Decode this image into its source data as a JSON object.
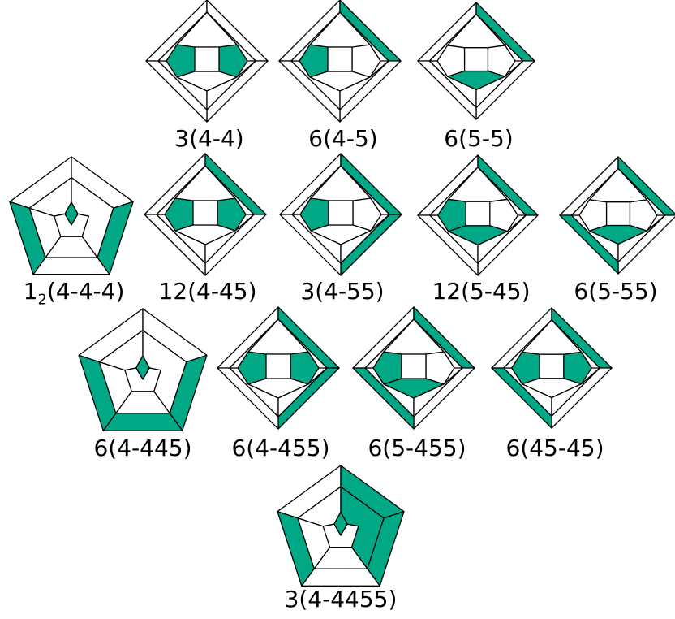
{
  "colors": {
    "fill": "#00A885",
    "empty": "#FFFFFF",
    "line": "#000000"
  },
  "diagrams": [
    {
      "id": "d1",
      "shape": "square",
      "label": "3(4-4)",
      "shaded": [
        "left_small",
        "right_small"
      ]
    },
    {
      "id": "d2",
      "shape": "square",
      "label": "6(4-5)",
      "shaded": [
        "left_small",
        "outer_tr"
      ]
    },
    {
      "id": "d3",
      "shape": "square",
      "label": "6(5-5)",
      "shaded": [
        "bottom_hex",
        "outer_tr"
      ]
    },
    {
      "id": "d4",
      "shape": "pentagon",
      "label_prefix": "1",
      "label_sub": "2",
      "label_suffix": "(4-4-4)",
      "shaded": [
        "center_small",
        "outer_left",
        "outer_right"
      ]
    },
    {
      "id": "d5",
      "shape": "square",
      "label": "12(4-45)",
      "shaded": [
        "left_small",
        "right_small",
        "outer_tr"
      ]
    },
    {
      "id": "d6",
      "shape": "square",
      "label": "3(4-55)",
      "shaded": [
        "left_small",
        "outer_tr",
        "outer_br"
      ]
    },
    {
      "id": "d7",
      "shape": "square",
      "label": "12(5-45)",
      "shaded": [
        "left_small",
        "bottom_hex",
        "outer_tr"
      ]
    },
    {
      "id": "d8",
      "shape": "square",
      "label": "6(5-55)",
      "shaded": [
        "bottom_hex",
        "outer_tr",
        "outer_bl"
      ]
    },
    {
      "id": "d9",
      "shape": "pentagon",
      "label": "6(4-445)",
      "shaded": [
        "center_small",
        "outer_left",
        "outer_right",
        "outer_bottom"
      ]
    },
    {
      "id": "d10",
      "shape": "square",
      "label": "6(4-455)",
      "shaded": [
        "left_small",
        "right_small",
        "outer_tr",
        "outer_br"
      ]
    },
    {
      "id": "d11",
      "shape": "square",
      "label": "6(5-455)",
      "shaded": [
        "left_small",
        "bottom_hex",
        "outer_tr",
        "outer_bl"
      ]
    },
    {
      "id": "d12",
      "shape": "square",
      "label": "6(45-45)",
      "shaded": [
        "left_small",
        "right_small",
        "outer_tr",
        "outer_bl"
      ]
    },
    {
      "id": "d13",
      "shape": "pentagon",
      "label": "3(4-4455)",
      "shaded": [
        "center_small",
        "inner_right",
        "outer_top_right",
        "outer_right",
        "outer_left"
      ]
    }
  ]
}
